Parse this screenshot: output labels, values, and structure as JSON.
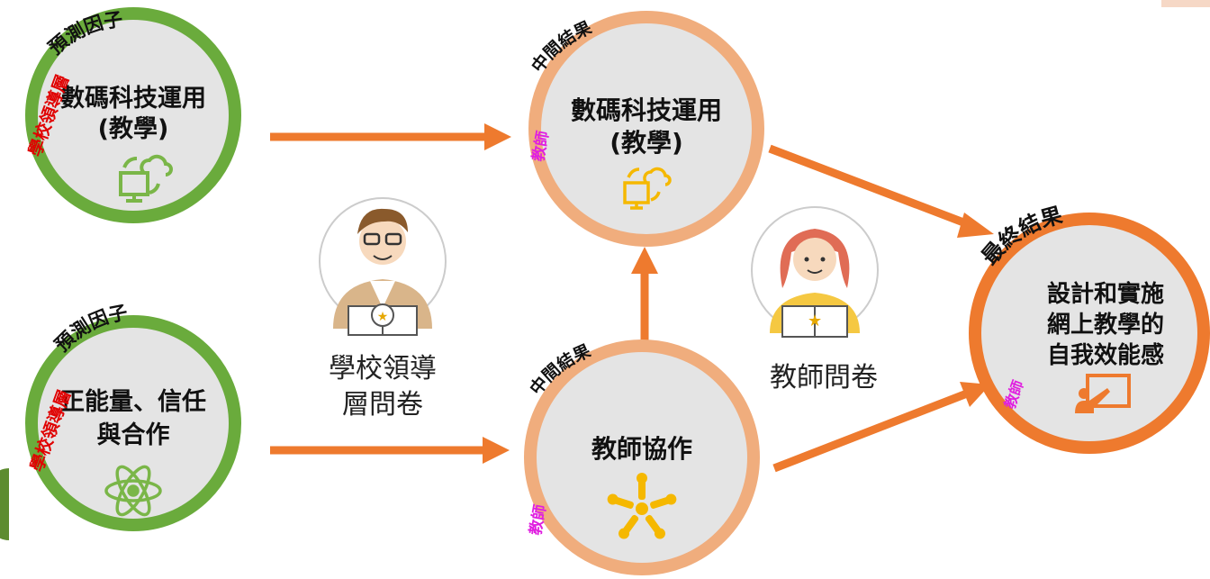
{
  "colors": {
    "green_ring": "#6aab3c",
    "orange_ring": "#f0ad7d",
    "dark_orange_ring": "#ee7a2e",
    "arrow": "#ee7a2e",
    "node_fill": "#e4e4e4",
    "red_tag": "#e00000",
    "magenta_tag": "#e020e0",
    "icon_green": "#7ab648",
    "icon_yellow": "#f5b800",
    "icon_orange": "#ee7a2e"
  },
  "nodes": {
    "predictor_digital": {
      "lines": [
        "數碼科技運用",
        "(教學)"
      ],
      "top_tag": "預測因子",
      "side_tag": "學校領導層",
      "icon": "computer-cloud-sync-icon"
    },
    "predictor_positive": {
      "lines": [
        "正能量、信任",
        "與合作"
      ],
      "top_tag": "預測因子",
      "side_tag": "學校領導層",
      "icon": "atom-icon"
    },
    "intermediate_digital": {
      "lines": [
        "數碼科技運用",
        "(教學)"
      ],
      "top_tag": "中間結果",
      "side_tag": "教師",
      "icon": "computer-cloud-sync-icon"
    },
    "intermediate_collab": {
      "lines": [
        "教師協作"
      ],
      "top_tag": "中間結果",
      "side_tag": "教師",
      "icon": "hands-together-icon"
    },
    "final": {
      "lines": [
        "設計和實施",
        "網上教學的",
        "自我效能感"
      ],
      "top_tag": "最終結果",
      "side_tag": "教師",
      "icon": "teacher-board-icon"
    }
  },
  "questionnaires": {
    "leadership": {
      "lines": [
        "學校領導",
        "層問卷"
      ],
      "icon": "male-reader-avatar-icon"
    },
    "teacher": {
      "lines": [
        "教師問卷"
      ],
      "icon": "female-reader-avatar-icon"
    }
  }
}
